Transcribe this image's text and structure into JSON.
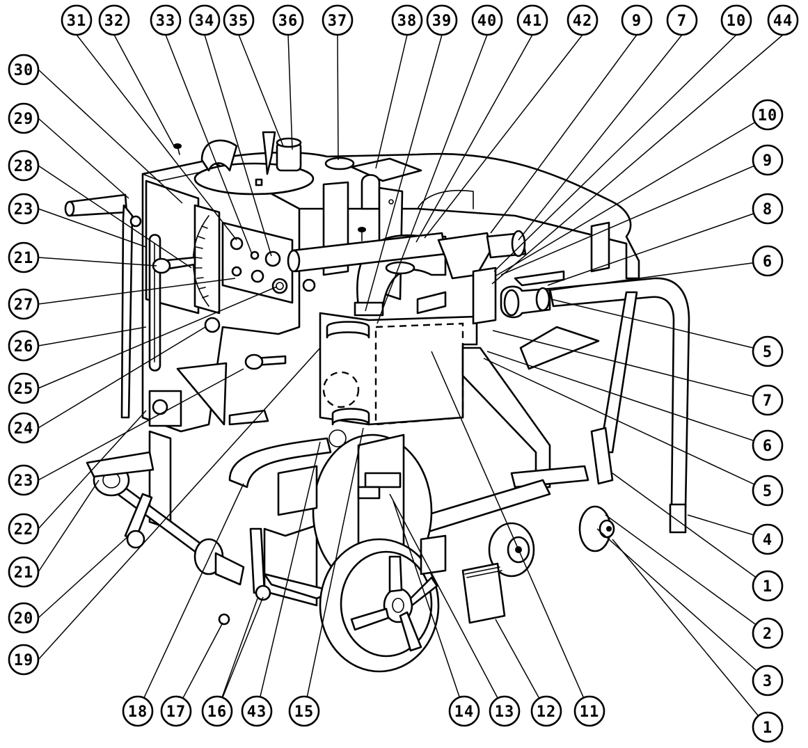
{
  "diagram": {
    "callouts": [
      {
        "label": "31"
      },
      {
        "label": "32"
      },
      {
        "label": "33"
      },
      {
        "label": "34"
      },
      {
        "label": "35"
      },
      {
        "label": "36"
      },
      {
        "label": "37"
      },
      {
        "label": "38"
      },
      {
        "label": "39"
      },
      {
        "label": "40"
      },
      {
        "label": "41"
      },
      {
        "label": "42"
      },
      {
        "label": "9"
      },
      {
        "label": "7"
      },
      {
        "label": "10"
      },
      {
        "label": "44"
      },
      {
        "label": "30"
      },
      {
        "label": "29"
      },
      {
        "label": "28"
      },
      {
        "label": "23"
      },
      {
        "label": "21"
      },
      {
        "label": "27"
      },
      {
        "label": "26"
      },
      {
        "label": "25"
      },
      {
        "label": "24"
      },
      {
        "label": "23"
      },
      {
        "label": "22"
      },
      {
        "label": "21"
      },
      {
        "label": "20"
      },
      {
        "label": "19"
      },
      {
        "label": "10"
      },
      {
        "label": "9"
      },
      {
        "label": "8"
      },
      {
        "label": "6"
      },
      {
        "label": "5"
      },
      {
        "label": "7"
      },
      {
        "label": "6"
      },
      {
        "label": "5"
      },
      {
        "label": "4"
      },
      {
        "label": "1"
      },
      {
        "label": "2"
      },
      {
        "label": "3"
      },
      {
        "label": "1"
      },
      {
        "label": "18"
      },
      {
        "label": "17"
      },
      {
        "label": "16"
      },
      {
        "label": "43"
      },
      {
        "label": "15"
      },
      {
        "label": "14"
      },
      {
        "label": "13"
      },
      {
        "label": "12"
      },
      {
        "label": "11"
      }
    ]
  }
}
